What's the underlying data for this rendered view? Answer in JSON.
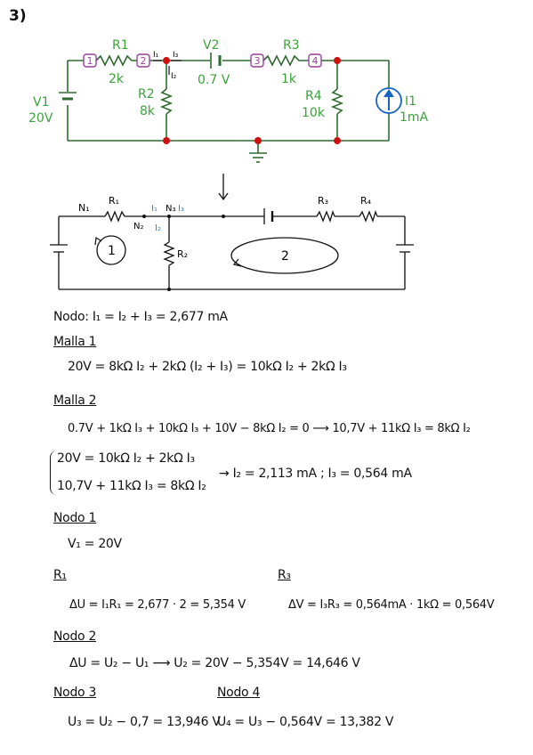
{
  "problem_number": "3)",
  "schematic": {
    "labels": {
      "R1": "R1",
      "R1_val": "2k",
      "R2": "R2",
      "R2_val": "8k",
      "R3": "R3",
      "R3_val": "1k",
      "R4": "R4",
      "R4_val": "10k",
      "V1": "V1",
      "V1_val": "20V",
      "V2": "V2",
      "V2_val": "0.7 V",
      "I1": "I1",
      "I1_val": "1mA"
    },
    "nodes": [
      "1",
      "2",
      "3",
      "4"
    ],
    "currents": {
      "i1": "I₁",
      "i2": "I₂",
      "i3": "I₃"
    },
    "colors": {
      "wire": "#2e6b2e",
      "label": "#3aa33a",
      "node": "#9b3fa0",
      "dot": "#d01010",
      "source": "#1565c0"
    }
  },
  "sketch": {
    "labels": {
      "n1": "N₁",
      "n2": "N₂",
      "n3": "N₃",
      "r1": "R₁",
      "r2": "R₂",
      "r3": "R₃",
      "r4": "R₄",
      "i1": "I₁",
      "i2": "I₂",
      "i3": "I₃",
      "loop1": "1",
      "loop2": "2"
    }
  },
  "work": {
    "nodo_eq": "Nodo: I₁ = I₂ + I₃ = 2,677 mA",
    "malla1_title": "Malla 1",
    "malla1_eq": "20V = 8kΩ I₂ + 2kΩ (I₂ + I₃) = 10kΩ I₂ + 2kΩ I₃",
    "malla2_title": "Malla 2",
    "malla2_eq": "0.7V + 1kΩ I₃ + 10kΩ I₃ + 10V − 8kΩ I₂ = 0  ⟶  10,7V + 11kΩ I₃ = 8kΩ I₂",
    "system_eq1": "20V = 10kΩ I₂ + 2kΩ I₃",
    "system_eq2": "10,7V + 11kΩ I₃ = 8kΩ I₂",
    "system_result": "→  I₂ = 2,113 mA ; I₃ = 0,564 mA",
    "nodo1_title": "Nodo 1",
    "nodo1_eq": "V₁ = 20V",
    "r1_title": "R₁",
    "r1_eq": "ΔU = I₁R₁ = 2,677 · 2 = 5,354 V",
    "r3_title": "R₃",
    "r3_eq": "ΔV = I₃R₃ = 0,564mA · 1kΩ = 0,564V",
    "nodo2_title": "Nodo 2",
    "nodo2_eq": "ΔU = U₂ − U₁ ⟶ U₂ = 20V − 5,354V = 14,646 V",
    "nodo3_title": "Nodo 3",
    "nodo3_eq": "U₃ = U₂ − 0,7 = 13,946 V",
    "nodo4_title": "Nodo 4",
    "nodo4_eq": "U₄ = U₃ − 0,564V = 13,382 V"
  }
}
